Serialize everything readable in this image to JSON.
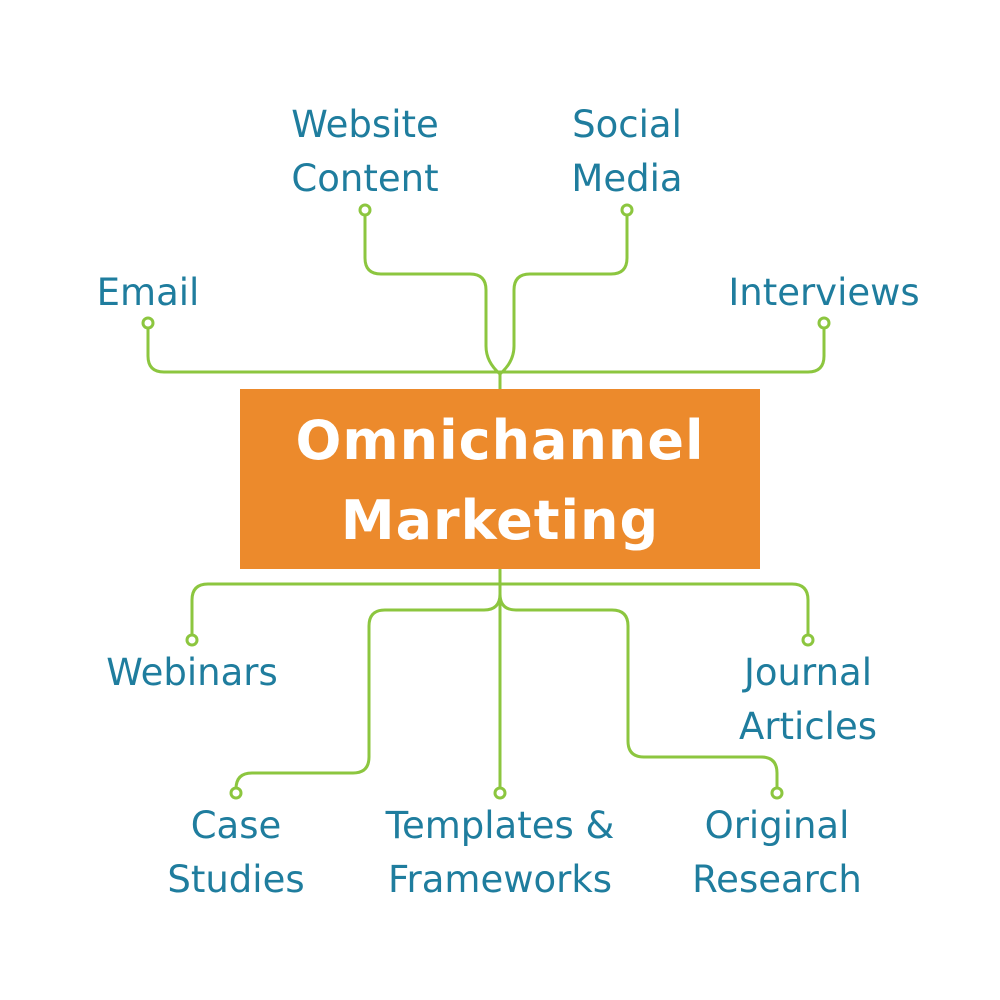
{
  "center": {
    "line1": "Omnichannel",
    "line2": "Marketing"
  },
  "nodes": {
    "website_content": [
      "Website",
      "Content"
    ],
    "social_media": [
      "Social",
      "Media"
    ],
    "email": [
      "Email"
    ],
    "interviews": [
      "Interviews"
    ],
    "webinars": [
      "Webinars"
    ],
    "journal_articles": [
      "Journal",
      "Articles"
    ],
    "case_studies": [
      "Case",
      "Studies"
    ],
    "templates_frameworks": [
      "Templates &",
      "Frameworks"
    ],
    "original_research": [
      "Original",
      "Research"
    ]
  },
  "colors": {
    "connector": "#8cc63f",
    "center_fill": "#ec8a2c",
    "center_text": "#ffffff",
    "node_text": "#1f7d9e"
  }
}
